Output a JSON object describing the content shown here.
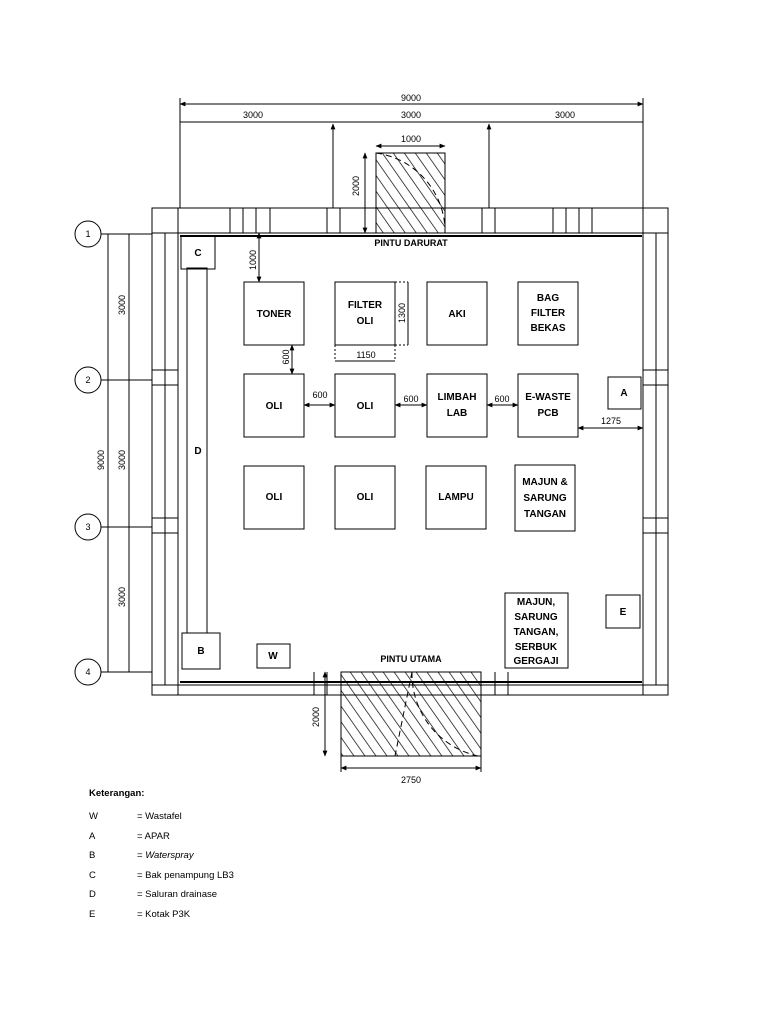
{
  "dimensions": {
    "total_width": "9000",
    "bay_1": "3000",
    "bay_2": "3000",
    "bay_3": "3000",
    "emergency_door_width": "1000",
    "emergency_door_depth": "2000",
    "clearance_top": "1000",
    "filter_height": "1300",
    "filter_width": "1150",
    "row_gap": "600",
    "aisle_1": "600",
    "aisle_2": "600",
    "aisle_3": "600",
    "wall_clearance": "1275",
    "grid_span_1": "3000",
    "grid_span_2": "3000",
    "grid_span_3": "3000",
    "total_depth": "9000",
    "main_door_depth": "2000",
    "main_door_width": "2750"
  },
  "grid_lines": [
    "1",
    "2",
    "3",
    "4"
  ],
  "doors": {
    "emergency": "PINTU DARURAT",
    "main": "PINTU UTAMA"
  },
  "storage": {
    "toner": "TONER",
    "filter_oli": [
      "FILTER",
      "OLI"
    ],
    "aki": "AKI",
    "bag_filter": [
      "BAG",
      "FILTER",
      "BEKAS"
    ],
    "oli_1": "OLI",
    "oli_2": "OLI",
    "limbah_lab": [
      "LIMBAH",
      "LAB"
    ],
    "ewaste": [
      "E-WASTE",
      "PCB"
    ],
    "oli_3": "OLI",
    "oli_4": "OLI",
    "lampu": "LAMPU",
    "majun_sarung": [
      "MAJUN &",
      "SARUNG",
      "TANGAN"
    ],
    "majun_gergaji": [
      "MAJUN,",
      "SARUNG",
      "TANGAN,",
      "SERBUK",
      "GERGAJI"
    ]
  },
  "markers": {
    "c": "C",
    "b": "B",
    "w": "W",
    "a": "A",
    "e": "E",
    "d": "D"
  },
  "legend": {
    "title": "Keterangan:",
    "items": [
      {
        "key": "W",
        "value": "= Wastafel",
        "italic": false
      },
      {
        "key": "A",
        "value": "= APAR",
        "italic": false
      },
      {
        "key": "B",
        "value": "= ",
        "value_italic": "Waterspray",
        "italic": true
      },
      {
        "key": "C",
        "value": "= Bak penampung LB3",
        "italic": false
      },
      {
        "key": "D",
        "value": "= Saluran drainase",
        "italic": false
      },
      {
        "key": "E",
        "value": "= Kotak P3K",
        "italic": false
      }
    ]
  }
}
